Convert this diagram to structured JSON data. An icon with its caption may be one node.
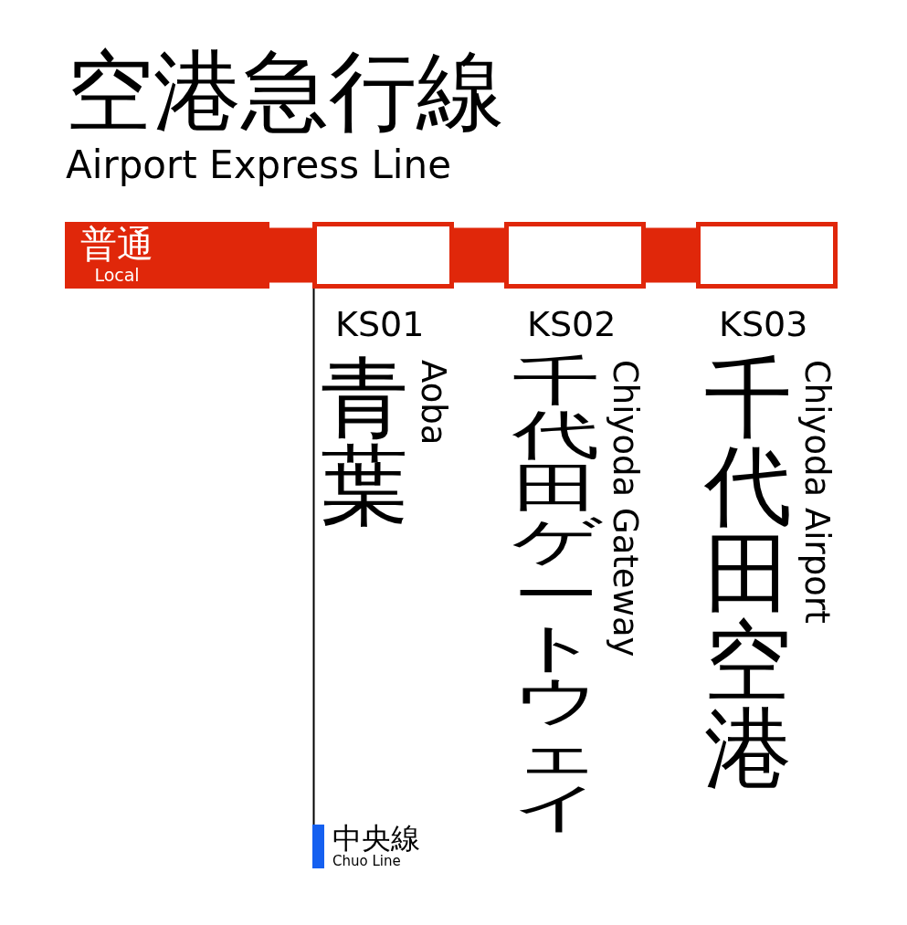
{
  "diagram": {
    "title": "空港急行線",
    "nodes": [
      {
        "text": [
          "普通",
          "Local"
        ]
      },
      {
        "text": [],
        "shape": "box",
        "beside": [
          "KS01",
          "青葉",
          "Aoba"
        ]
      },
      {
        "text": [],
        "shape": "box",
        "beside": [
          "KS02",
          "千代田ゲートウェイ",
          "Chiyoda Gateway"
        ]
      },
      {
        "text": [],
        "shape": "box",
        "beside": [
          "KS03",
          "千代田空港",
          "Chiyoda Airport"
        ]
      },
      {
        "text": [
          "中央線",
          "Chuo Line"
        ]
      }
    ],
    "edges": [
      {
        "from": 0,
        "to": 1,
        "arrow": "none"
      },
      {
        "from": 1,
        "to": 2,
        "arrow": "none"
      },
      {
        "from": 2,
        "to": 3,
        "arrow": "none"
      },
      {
        "from": 1,
        "to": 4,
        "arrow": "none",
        "color": "#000000"
      }
    ],
    "labels": [
      "Airport Express Line"
    ]
  }
}
